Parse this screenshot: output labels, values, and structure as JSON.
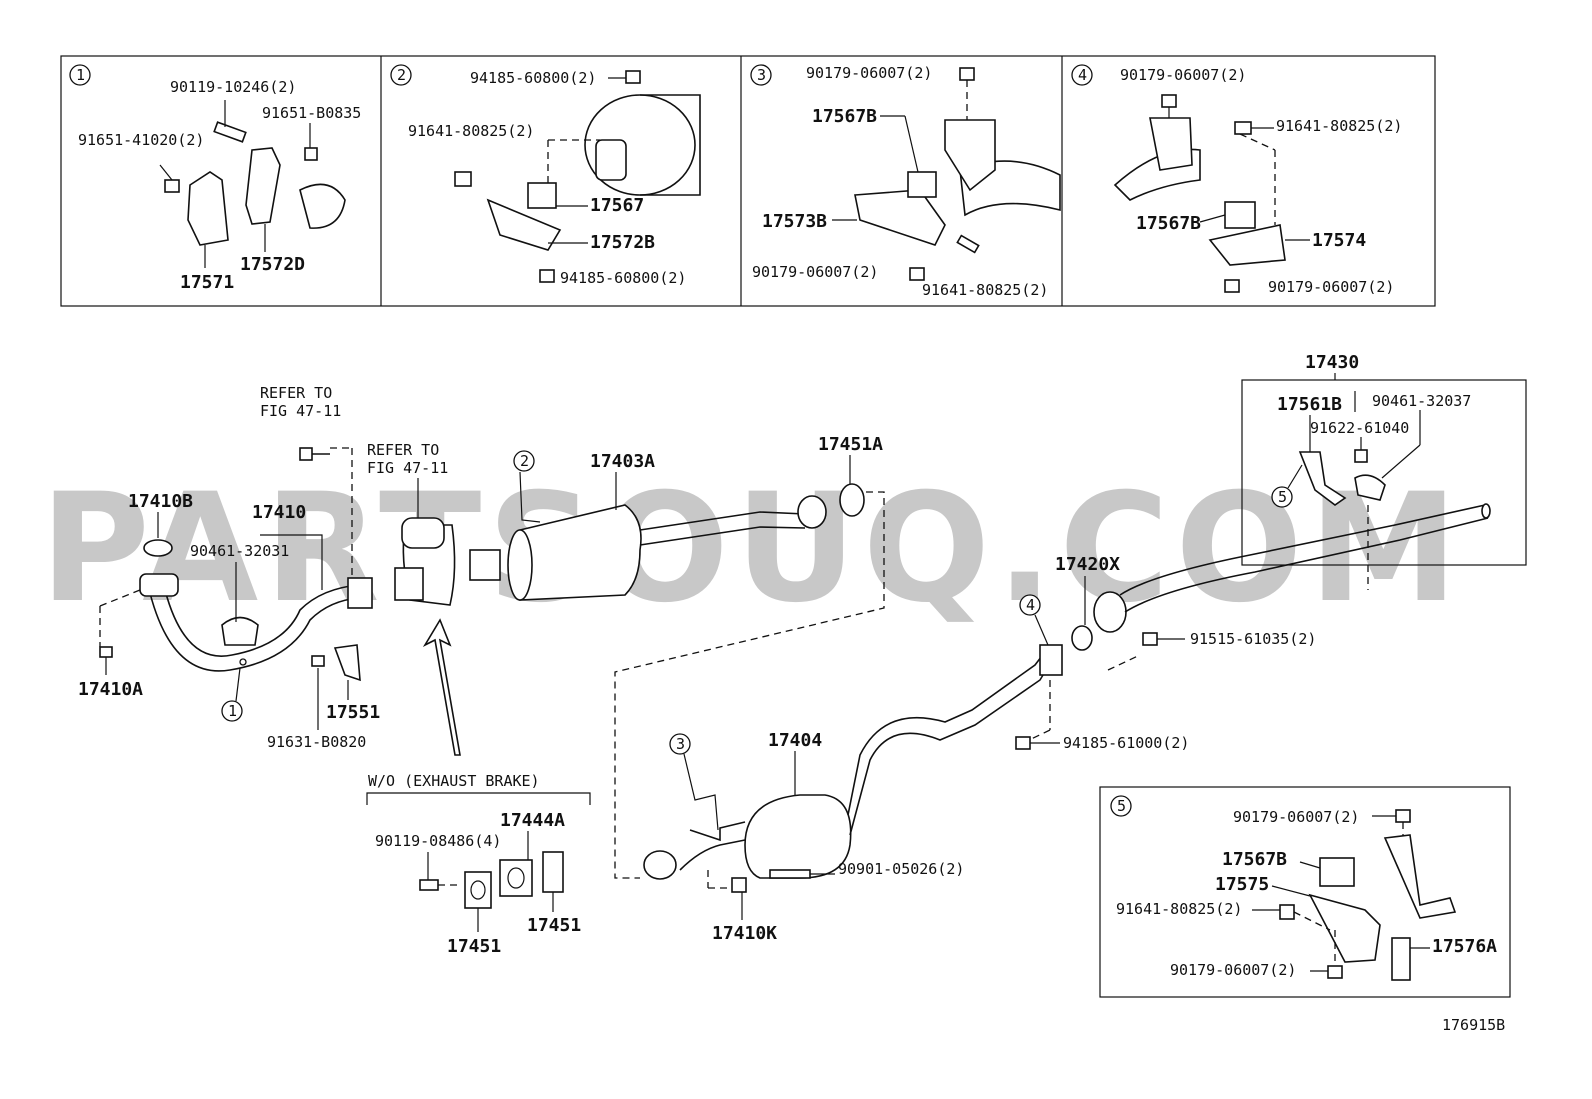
{
  "watermark": "PARTSOUQ.COM",
  "figure_code": "176915B",
  "insets": [
    {
      "callout": "1",
      "labels": [
        "90119-10246(2)",
        "91651-B0835",
        "91651-41020(2)",
        "17571",
        "17572D"
      ]
    },
    {
      "callout": "2",
      "labels": [
        "94185-60800(2)",
        "91641-80825(2)",
        "17567",
        "17572B",
        "94185-60800(2)"
      ]
    },
    {
      "callout": "3",
      "labels": [
        "90179-06007(2)",
        "17567B",
        "17573B",
        "90179-06007(2)",
        "91641-80825(2)"
      ]
    },
    {
      "callout": "4",
      "labels": [
        "90179-06007(2)",
        "91641-80825(2)",
        "17567B",
        "17574",
        "90179-06007(2)"
      ]
    }
  ],
  "inset5": {
    "callout": "5",
    "labels": [
      "90179-06007(2)",
      "17567B",
      "17575",
      "91641-80825(2)",
      "17576A",
      "90179-06007(2)"
    ]
  },
  "main": {
    "refer1_l1": "REFER TO",
    "refer1_l2": "FIG 47-11",
    "refer2_l1": "REFER TO",
    "refer2_l2": "FIG 47-11",
    "p17410B": "17410B",
    "p17410": "17410",
    "p90461_32031": "90461-32031",
    "p17410A": "17410A",
    "p17551": "17551",
    "p91631": "91631-B0820",
    "p17403A": "17403A",
    "p17451A": "17451A",
    "p17420X": "17420X",
    "p91515": "91515-61035(2)",
    "p94185_61000": "94185-61000(2)",
    "p17404": "17404",
    "p90901": "90901-05026(2)",
    "p17410K": "17410K",
    "wo_label": "W/O (EXHAUST BRAKE)",
    "p90119_08486": "90119-08486(4)",
    "p17444A": "17444A",
    "p17451_a": "17451",
    "p17451_b": "17451",
    "p17430": "17430",
    "p17561B": "17561B",
    "p90461_32037": "90461-32037",
    "p91622": "91622-61040",
    "callout1": "1",
    "callout2": "2",
    "callout3": "3",
    "callout4": "4",
    "callout5": "5"
  }
}
